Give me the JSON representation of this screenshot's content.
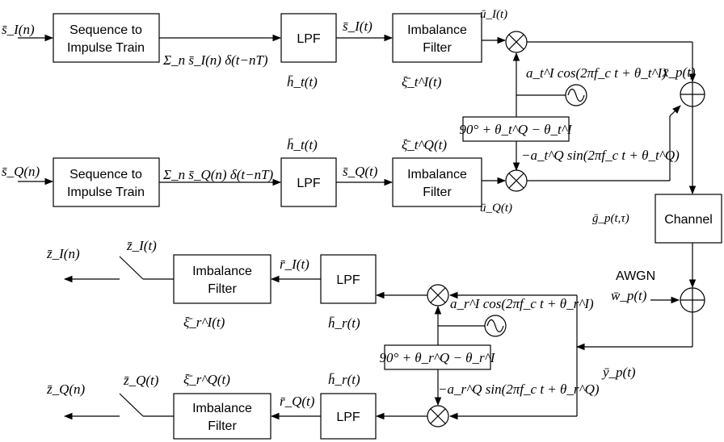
{
  "blocks": {
    "seq_i": [
      "Sequence to",
      "Impulse Train"
    ],
    "seq_q": [
      "Sequence to",
      "Impulse Train"
    ],
    "lpf_tx_i": "LPF",
    "lpf_tx_q": "LPF",
    "imb_tx_i": [
      "Imbalance",
      "Filter"
    ],
    "imb_tx_q": [
      "Imbalance",
      "Filter"
    ],
    "channel": "Channel",
    "imb_rx_i": [
      "Imbalance",
      "Filter"
    ],
    "imb_rx_q": [
      "Imbalance",
      "Filter"
    ],
    "lpf_rx_i": "LPF",
    "lpf_rx_q": "LPF",
    "phase_tx": "90° + θ_t^Q − θ_t^I",
    "phase_rx": "90° + θ_r^Q − θ_r^I"
  },
  "labels": {
    "s_i_n": "s̄_I(n)",
    "s_q_n": "s̄_Q(n)",
    "impulse_i": "Σ_n s̄_I(n) δ(t−nT)",
    "impulse_q": "Σ_n s̄_Q(n) δ(t−nT)",
    "h_t_i": "h̄_t(t)",
    "h_t_q": "h̄_t(t)",
    "s_i_t": "s̄_I(t)",
    "s_q_t": "s̄_Q(t)",
    "xi_t_i": "ξ̄_t^I(t)",
    "xi_t_q": "ξ̄_t^Q(t)",
    "u_i_t": "ū_I(t)",
    "u_q_t": "ū_Q(t)",
    "carrier_tx_i": "a_t^I cos(2πf_c t + θ_t^I)",
    "carrier_tx_q": "−a_t^Q sin(2πf_c t + θ_t^Q)",
    "x_p": "x̄_p(t)",
    "g_p": "ḡ_p(t,τ)",
    "awgn": "AWGN",
    "w_p": "w̄_p(t)",
    "y_p": "ȳ_p(t)",
    "carrier_rx_i": "a_r^I cos(2πf_c t + θ_r^I)",
    "carrier_rx_q": "−a_r^Q sin(2πf_c t + θ_r^Q)",
    "r_i_t": "r̄_I(t)",
    "r_q_t": "r̄_Q(t)",
    "h_r_i": "h̄_r(t)",
    "h_r_q": "h̄_r(t)",
    "xi_r_i": "ξ̄_r^I(t)",
    "xi_r_q": "ξ̄_r^Q(t)",
    "z_i_t": "z̄_I(t)",
    "z_q_t": "z̄_Q(t)",
    "z_i_n": "z̄_I(n)",
    "z_q_n": "z̄_Q(n)"
  }
}
